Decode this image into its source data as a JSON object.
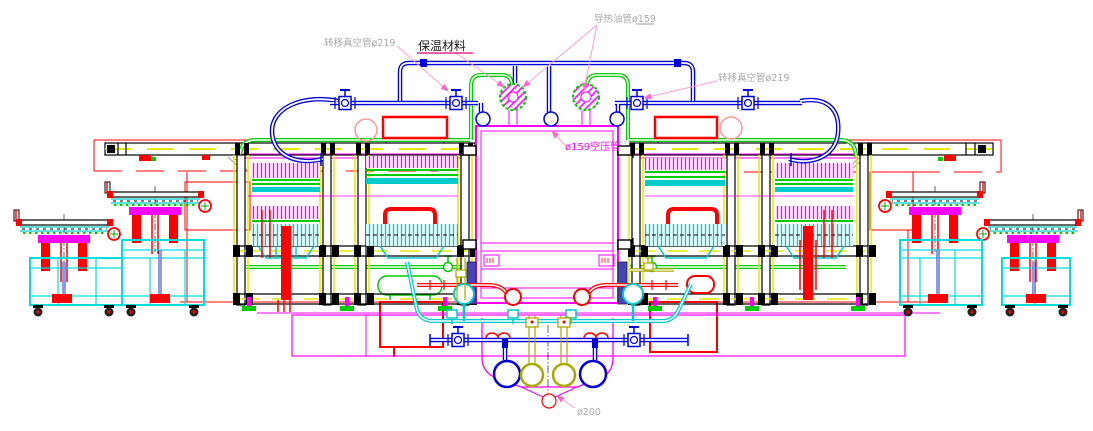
{
  "drawing": {
    "title": "press line equipment elevation CAD drawing",
    "labels": {
      "transfer_vacuum_pipe_left": "转移真空管ø219",
      "insulation_material": "保温材料",
      "thermal_oil_pipe": "导热油管ø159",
      "transfer_vacuum_pipe_right": "转移真空管ø219",
      "air_compression_pipe": "ø159空压管",
      "drain_pipe": "ø200"
    },
    "colors": {
      "vacuum_pipe_blue": "#0000dd",
      "thermal_oil_green": "#00cc00",
      "chamber_magenta": "#ff00ff",
      "cooling_cyan": "#00cccc",
      "structure_red": "#ff0000",
      "frame_yellow": "#e8e800",
      "olive_pipe": "#aaaa00",
      "leader_pink": "#ff9fd7",
      "dim_text_gray": "#a9a9a9"
    }
  }
}
